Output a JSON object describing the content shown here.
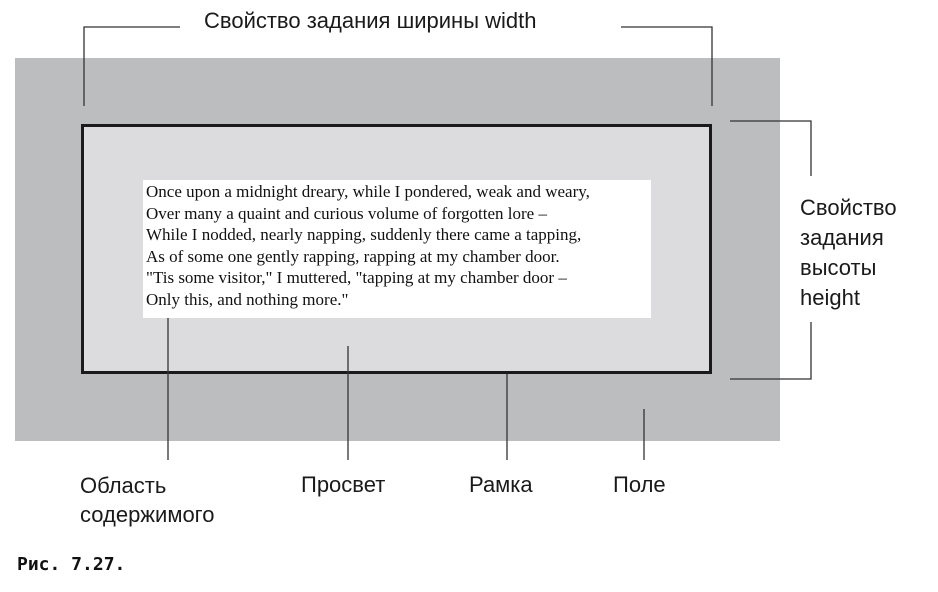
{
  "labels": {
    "width_property": "Свойство задания ширины width",
    "height_property_lines": [
      "Свойство",
      "задания",
      "высоты",
      "height"
    ],
    "content_area_lines": [
      "Область",
      "содержимого"
    ],
    "padding": "Просвет",
    "border": "Рамка",
    "margin": "Поле"
  },
  "content_text": [
    "Once upon a midnight dreary, while I pondered, weak and weary,",
    "Over many a quaint and curious volume of forgotten lore –",
    "While I nodded, nearly napping, suddenly there came a tapping,",
    "As of some one gently rapping, rapping at my chamber door.",
    "\"Tis some visitor,\" I muttered, \"tapping at my chamber door –",
    "Only this, and nothing more.\""
  ],
  "caption": "Рис. 7.27.",
  "colors": {
    "margin": "#bcbdbf",
    "padding": "#dcdcde",
    "border": "#1a1a1a",
    "content": "#ffffff",
    "leader_lines": "#333333"
  }
}
